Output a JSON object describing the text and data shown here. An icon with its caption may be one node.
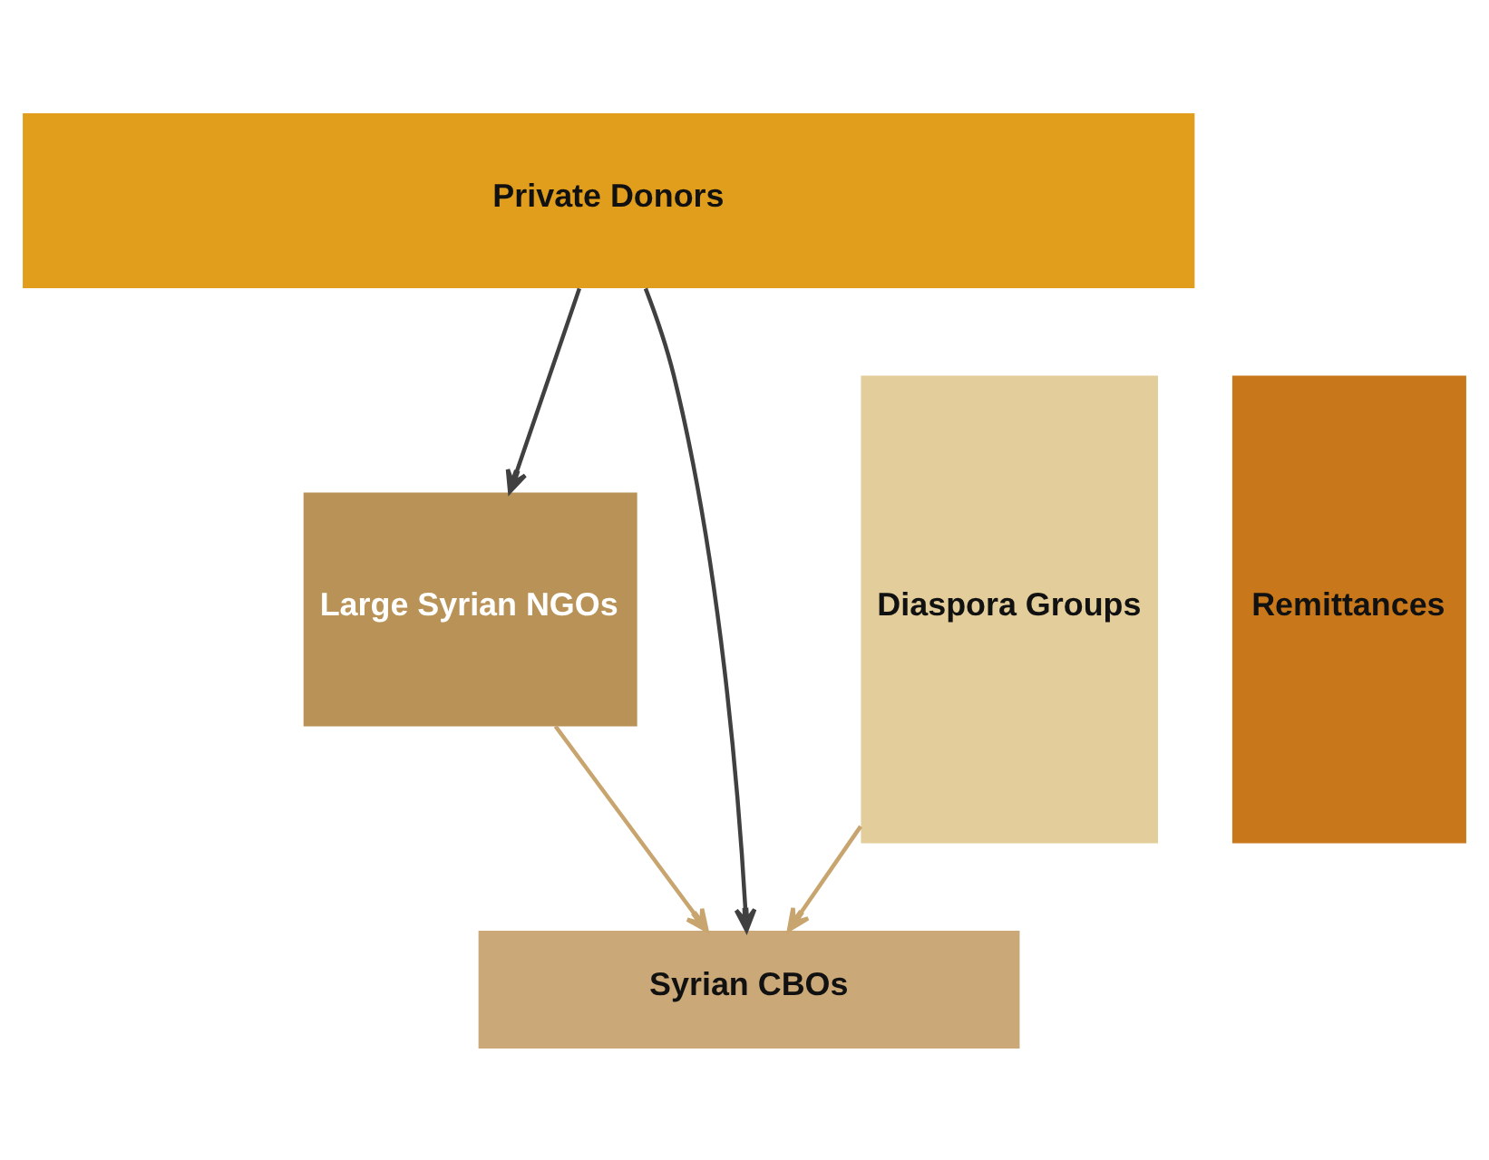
{
  "diagram": {
    "nodes": [
      {
        "text": [
          "Private Donors"
        ]
      },
      {
        "text": [
          "Diaspora Groups"
        ]
      },
      {
        "text": [
          "Remittances"
        ]
      },
      {
        "text": [
          "Large Syrian NGOs"
        ]
      },
      {
        "text": [
          "Syrian CBOs"
        ]
      }
    ],
    "edges": [
      {
        "from": 0,
        "to": 3,
        "arrow": "to",
        "color": "#404040"
      },
      {
        "from": 0,
        "to": 4,
        "arrow": "to",
        "color": "#404040"
      },
      {
        "from": 3,
        "to": 4,
        "arrow": "to",
        "color": "#c8a46e"
      },
      {
        "from": 1,
        "to": 4,
        "arrow": "to",
        "color": "#c8a46e"
      }
    ]
  }
}
